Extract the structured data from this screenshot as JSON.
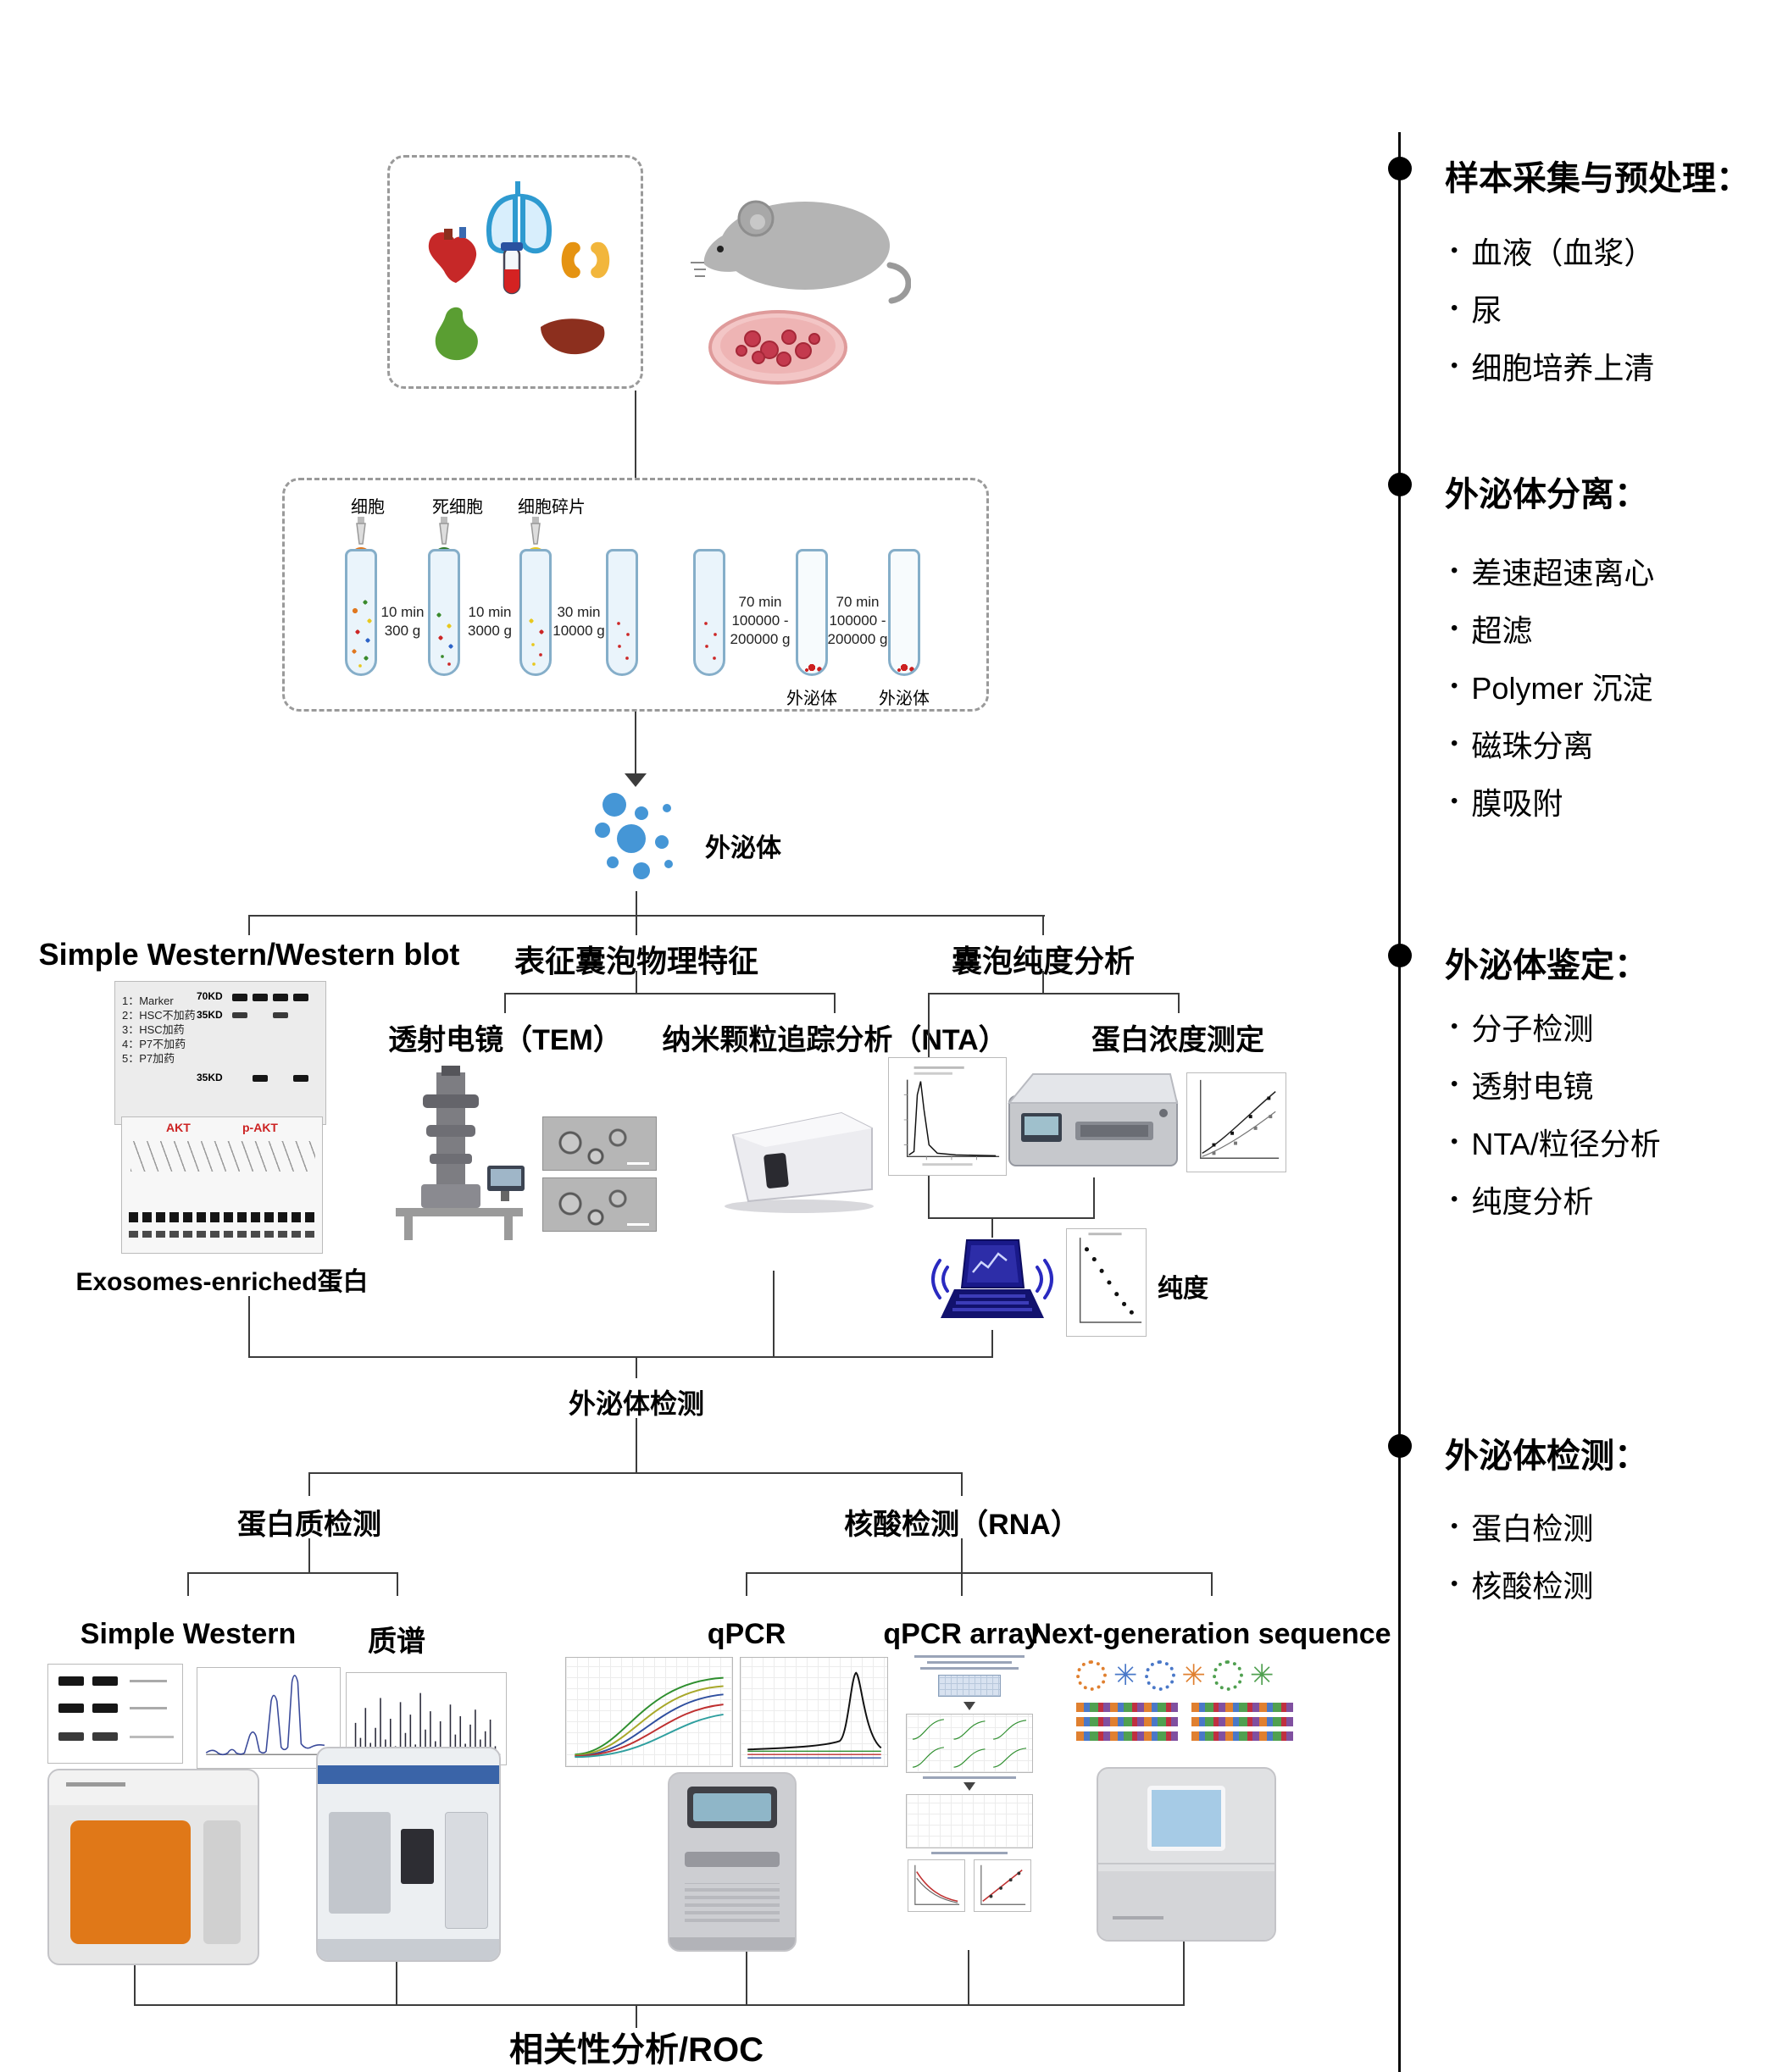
{
  "sidebar": {
    "sections": [
      {
        "title": "样本采集与预处理：",
        "items": [
          "血液（血浆）",
          "尿",
          "细胞培养上清"
        ]
      },
      {
        "title": "外泌体分离：",
        "items": [
          "差速超速离心",
          "超滤",
          "Polymer 沉淀",
          "磁珠分离",
          "膜吸附"
        ]
      },
      {
        "title": "外泌体鉴定：",
        "items": [
          "分子检测",
          "透射电镜",
          "NTA/粒径分析",
          "纯度分析"
        ]
      },
      {
        "title": "外泌体检测：",
        "items": [
          "蛋白检测",
          "核酸检测"
        ]
      }
    ]
  },
  "centrifuge": {
    "labels": [
      "细胞",
      "死细胞",
      "细胞碎片"
    ],
    "steps": [
      {
        "l1": "10 min",
        "l2": "300 g"
      },
      {
        "l1": "10 min",
        "l2": "3000 g"
      },
      {
        "l1": "30 min",
        "l2": "10000 g"
      },
      {
        "l1": "70 min",
        "l2": "100000 -",
        "l3": "200000 g"
      },
      {
        "l1": "70 min",
        "l2": "100000 -",
        "l3": "200000 g"
      }
    ],
    "pellets": [
      "外泌体",
      "外泌体"
    ]
  },
  "exosome_label": "外泌体",
  "identification": {
    "western_title": "Simple Western/Western blot",
    "physical_title": "表征囊泡物理特征",
    "purity_title": "囊泡纯度分析",
    "tem": "透射电镜（TEM）",
    "nta": "纳米颗粒追踪分析（NTA）",
    "protein_conc": "蛋白浓度测定",
    "purity": "纯度",
    "blot_caption": "Exosomes-enriched蛋白",
    "blot_legend": [
      "1：Marker",
      "2：HSC不加药",
      "3：HSC加药",
      "4：P7不加药",
      "5：P7加药"
    ],
    "blot_markers": [
      "70KD",
      "35KD",
      "35KD"
    ],
    "blot2_labels": [
      "AKT",
      "p-AKT"
    ]
  },
  "detection": {
    "title": "外泌体检测",
    "protein_branch": "蛋白质检测",
    "rna_branch": "核酸检测（RNA）",
    "methods": [
      "Simple Western",
      "质谱",
      "qPCR",
      "qPCR array",
      "Next-generation sequence"
    ],
    "final": "相关性分析/ROC"
  },
  "colors": {
    "exosome_blue": "#4596d6",
    "line": "#3c3c3c",
    "wes_orange": "#e07818"
  }
}
